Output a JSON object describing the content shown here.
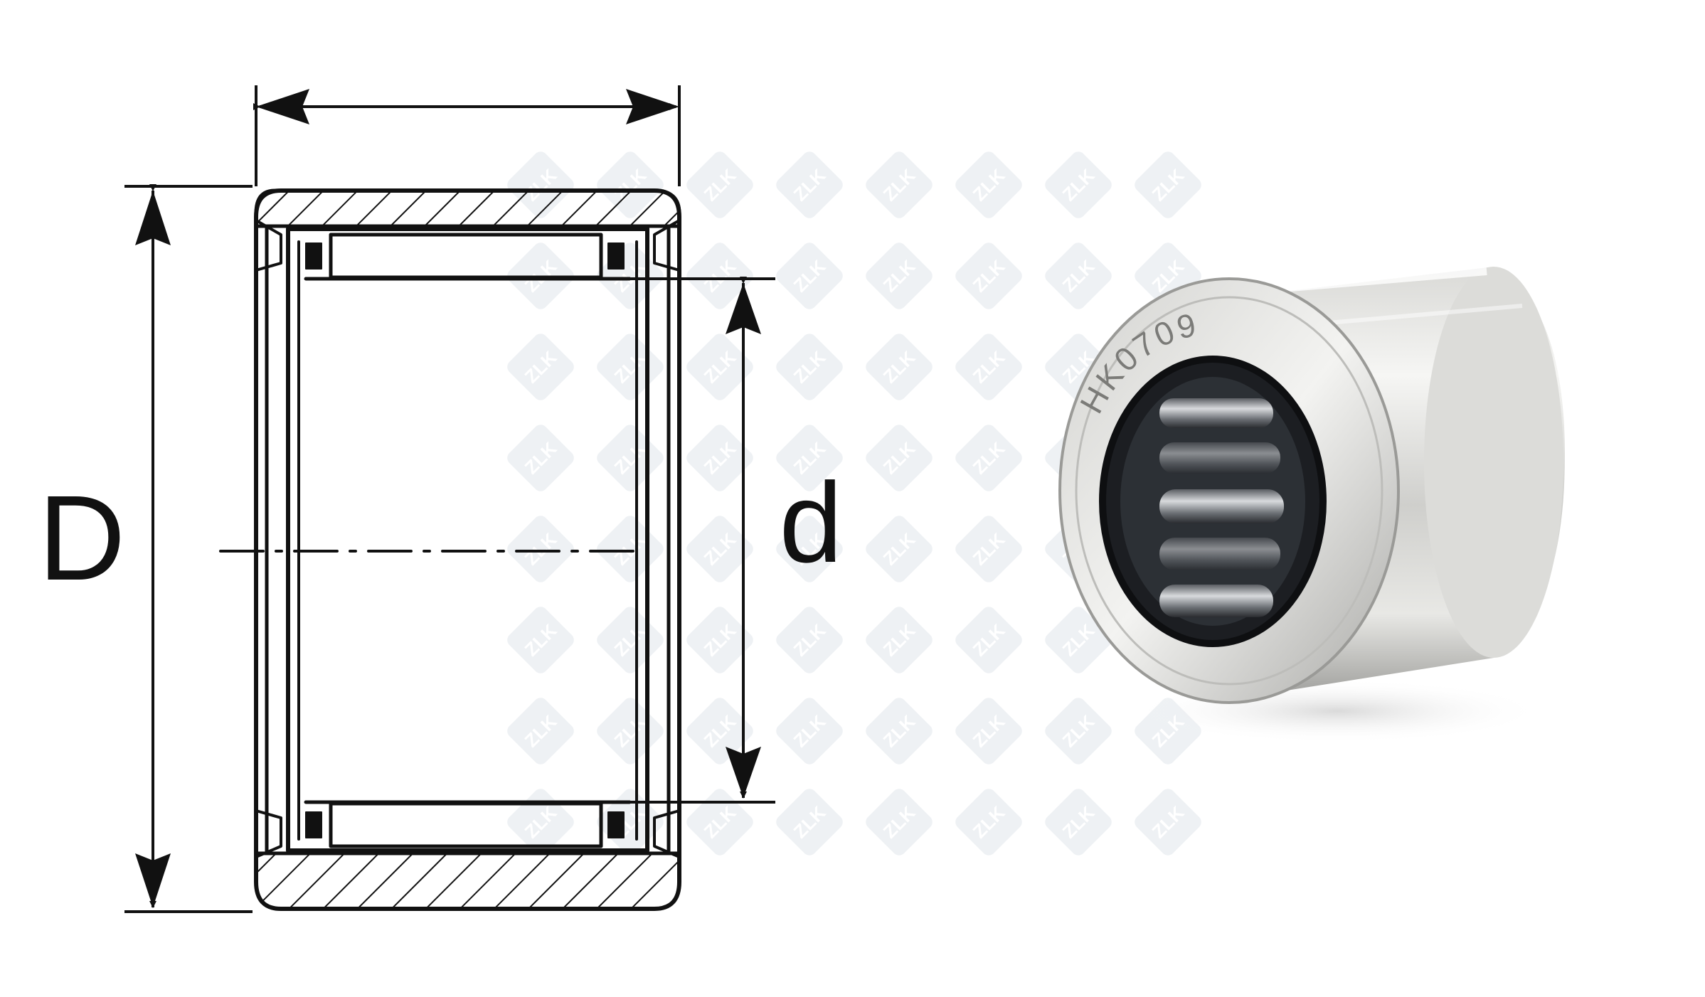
{
  "drawing": {
    "outer_diameter_label": "D",
    "inner_diameter_label": "d"
  },
  "photo": {
    "part_marking": "HK0709",
    "watermark_text": "ZLK"
  },
  "colors": {
    "line": "#111111",
    "watermark": "#eef1f4",
    "steel_light": "#f2f2f0",
    "steel_mid": "#c9c9c6",
    "steel_dark": "#8a8a88",
    "bore": "#1c1e22"
  }
}
